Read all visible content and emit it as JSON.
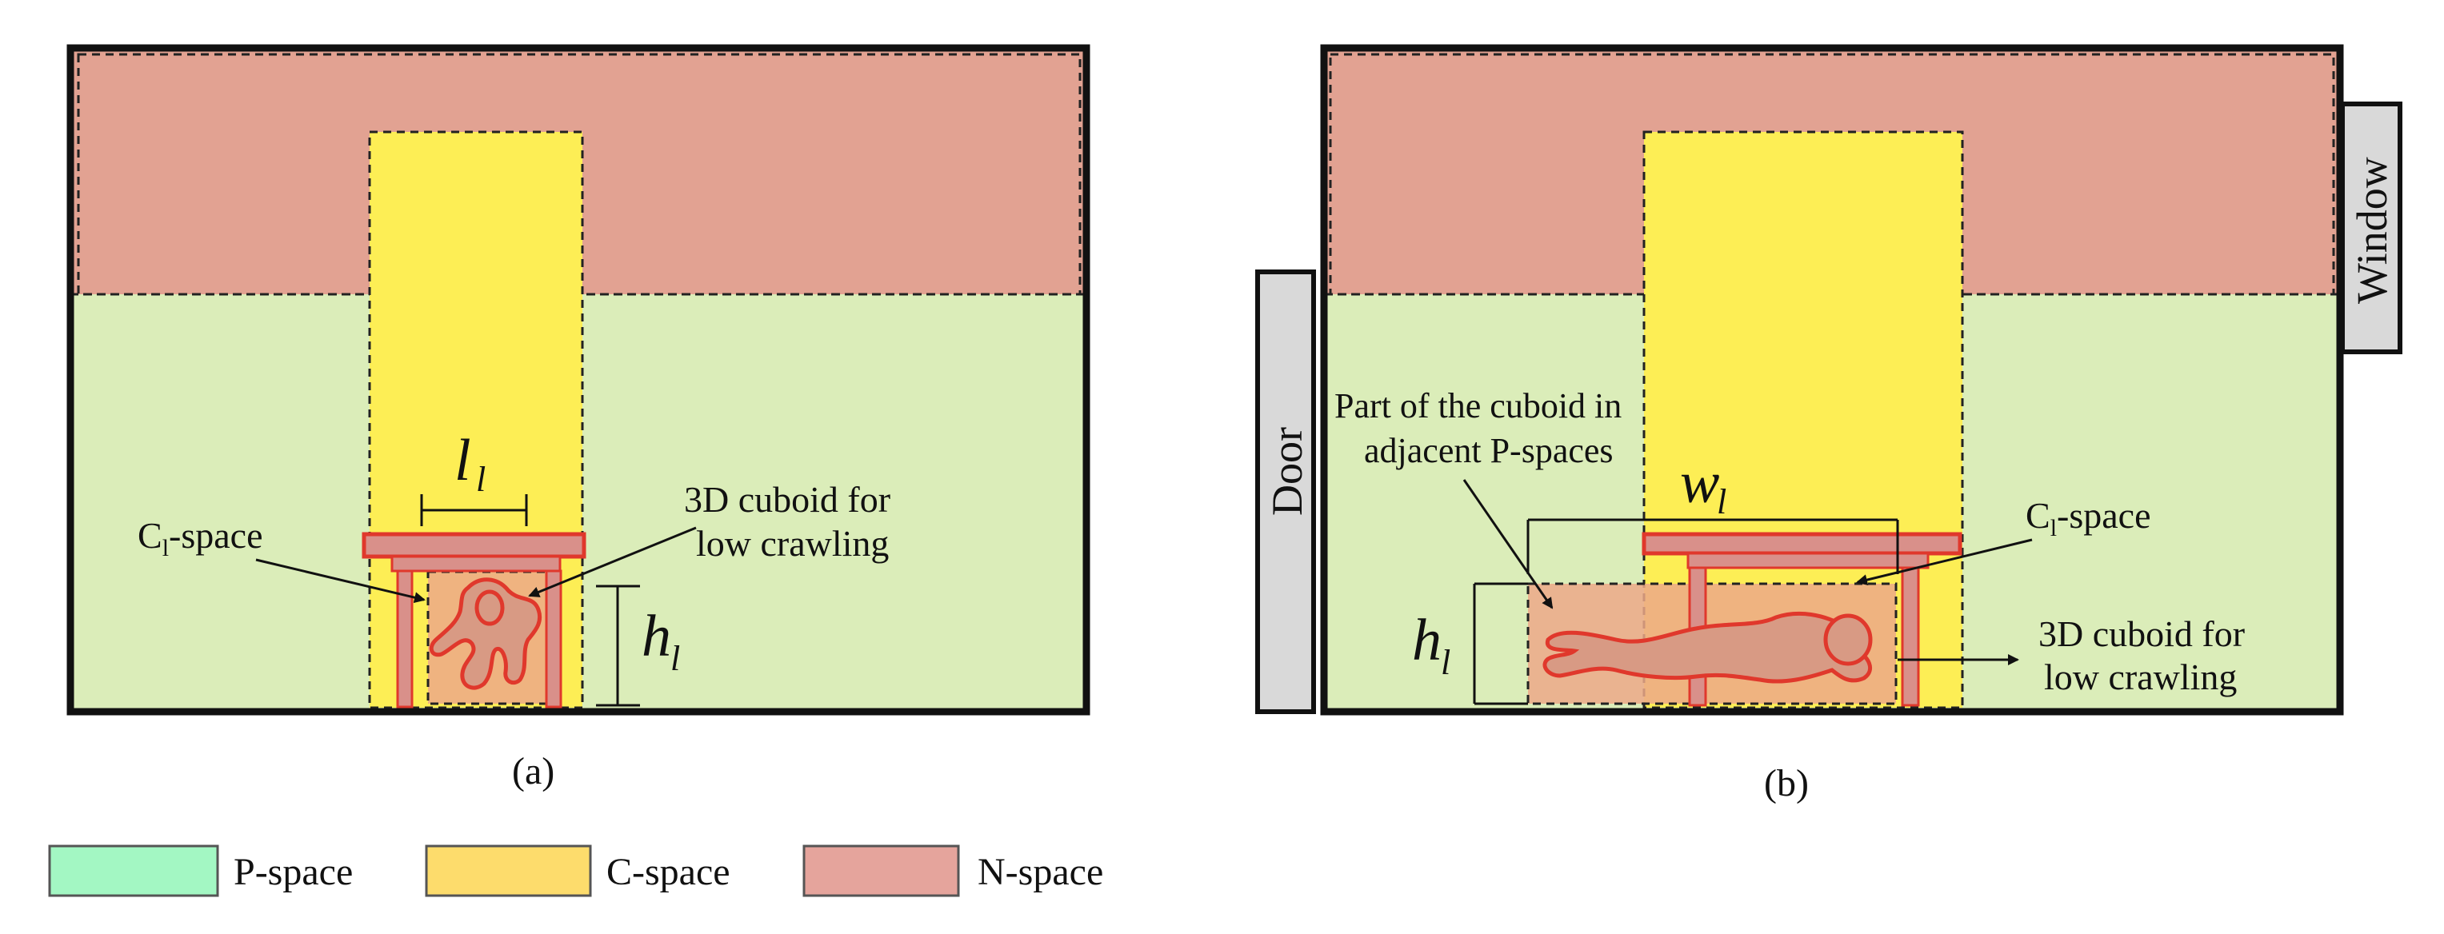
{
  "colors": {
    "p_space": "#dbedb9",
    "c_space": "#fdee55",
    "n_space": "#e2a292",
    "legend_p": "#a3f7c3",
    "legend_c": "#fddc6c",
    "legend_n": "#e5a49c",
    "cuboid": "#eca888",
    "furniture": "#d9908a",
    "furniture_edge": "#e0382c",
    "body": "#d89a84",
    "door_window": "#d9d9d9"
  },
  "panel_a": {
    "caption": "(a)",
    "cl_space_label": "C",
    "cl_space_sub": "l",
    "cl_space_suffix": "-space",
    "cuboid_label_line1": "3D cuboid for",
    "cuboid_label_line2": "low crawling",
    "length_symbol": "l",
    "length_sub": "l",
    "height_symbol": "h",
    "height_sub": "l"
  },
  "panel_b": {
    "caption": "(b)",
    "door_label": "Door",
    "window_label": "Window",
    "adjacent_label_line1": "Part of the cuboid in",
    "adjacent_label_line2": "adjacent P-spaces",
    "cl_space_label": "C",
    "cl_space_sub": "l",
    "cl_space_suffix": "-space",
    "cuboid_label_line1": "3D cuboid for",
    "cuboid_label_line2": "low crawling",
    "width_symbol": "w",
    "width_sub": "l",
    "height_symbol": "h",
    "height_sub": "l"
  },
  "legend": [
    {
      "label": "P-space",
      "icon": "p-space-swatch"
    },
    {
      "label": "C-space",
      "icon": "c-space-swatch"
    },
    {
      "label": "N-space",
      "icon": "n-space-swatch"
    }
  ]
}
